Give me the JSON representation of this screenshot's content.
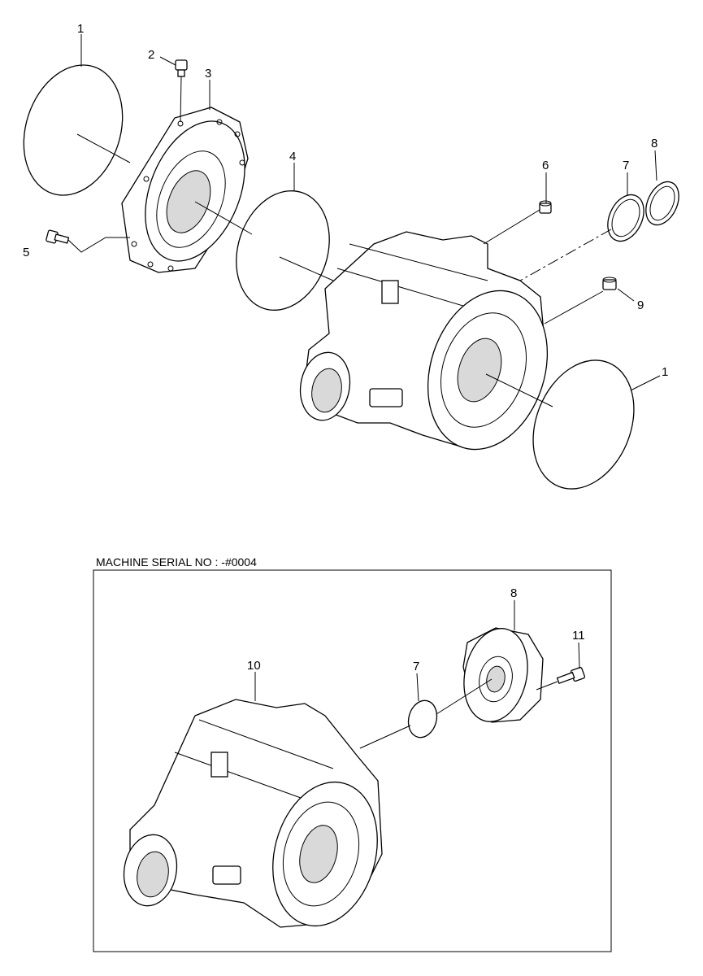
{
  "section_title": "MACHINE SERIAL NO : -#0004",
  "callouts": {
    "c1a": "1",
    "c2": "2",
    "c3": "3",
    "c4": "4",
    "c5": "5",
    "c6": "6",
    "c7a": "7",
    "c8a": "8",
    "c9": "9",
    "c1b": "1",
    "c10": "10",
    "c7b": "7",
    "c8b": "8",
    "c11": "11"
  }
}
